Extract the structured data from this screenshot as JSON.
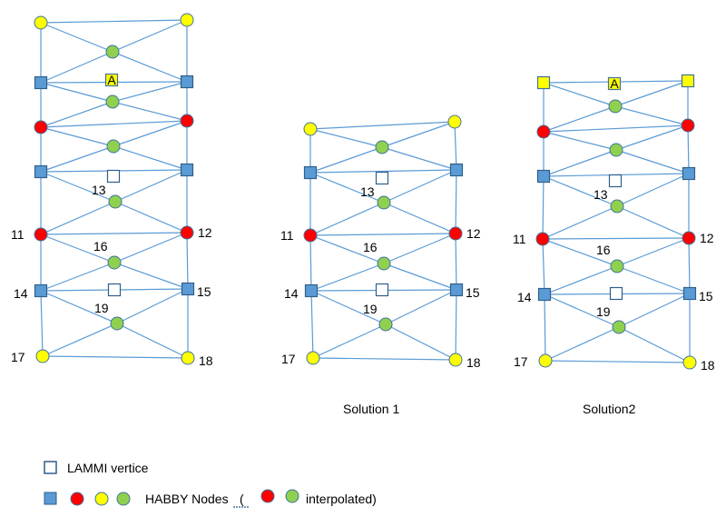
{
  "colors": {
    "edge": "#5b9bd5",
    "square_fill": "#5b9bd5",
    "square_stroke": "#2f5f8a",
    "yellow": "#ffff00",
    "red": "#ff0000",
    "green": "#8fd14f",
    "node_stroke": "#41719c",
    "lammi_stroke": "#2f5f8a"
  },
  "meshes": [
    {
      "caption": "",
      "node_types": {
        "top": "circle-yellow",
        "A": "square-yellow",
        "upper": "circle-red",
        "11-12": "circle-red",
        "bottom": "circle-yellow"
      },
      "labels": {
        "A": "A",
        "n13": "13",
        "n11": "11",
        "n12": "12",
        "n16": "16",
        "n14": "14",
        "n15": "15",
        "n19": "19",
        "n17": "17",
        "n18": "18"
      }
    },
    {
      "caption": "Solution 1",
      "labels": {
        "n13": "13",
        "n11": "11",
        "n12": "12",
        "n16": "16",
        "n14": "14",
        "n15": "15",
        "n19": "19",
        "n17": "17",
        "n18": "18"
      }
    },
    {
      "caption": "Solution2",
      "labels": {
        "A": "A",
        "n13": "13",
        "n11": "11",
        "n12": "12",
        "n16": "16",
        "n14": "14",
        "n15": "15",
        "n19": "19",
        "n17": "17",
        "n18": "18"
      }
    }
  ],
  "legend": {
    "lammi": "LAMMI vertice",
    "habby_prefix": "HABBY Nodes",
    "habby_paren": "(",
    "habby_suffix": "interpolated)"
  }
}
